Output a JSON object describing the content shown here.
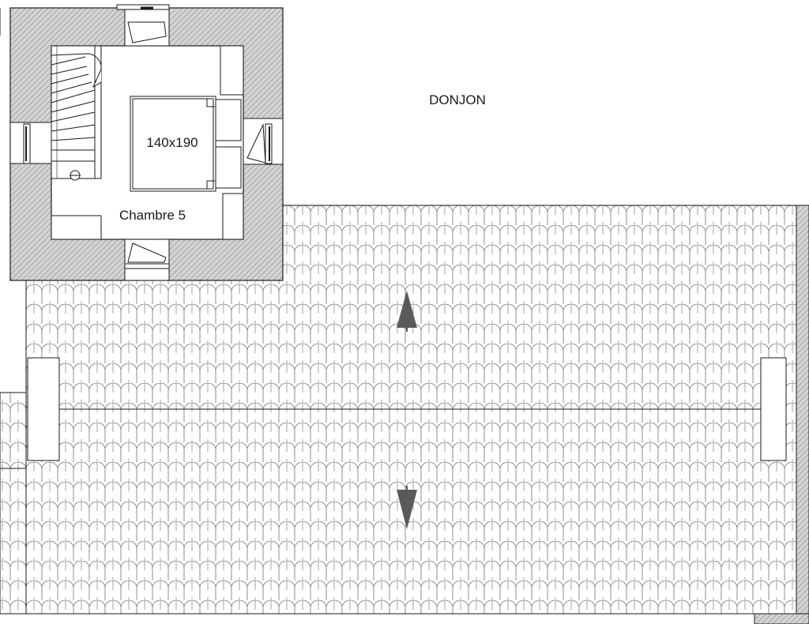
{
  "tower": {
    "name": "DONJON"
  },
  "room": {
    "name": "Chambre 5",
    "bed_size": "140x190"
  },
  "colors": {
    "line": "#1a1a1a",
    "wall_fill": "#d3d3d3",
    "tile_stroke": "#8c8c8c",
    "arrow": "#5a5a5a",
    "background": "#ffffff"
  },
  "roof": {
    "pattern": "tile-scales",
    "slope_arrows": [
      "up",
      "down"
    ]
  },
  "icons": {
    "slope_up": "triangle-up-arrow",
    "slope_down": "triangle-down-arrow"
  }
}
